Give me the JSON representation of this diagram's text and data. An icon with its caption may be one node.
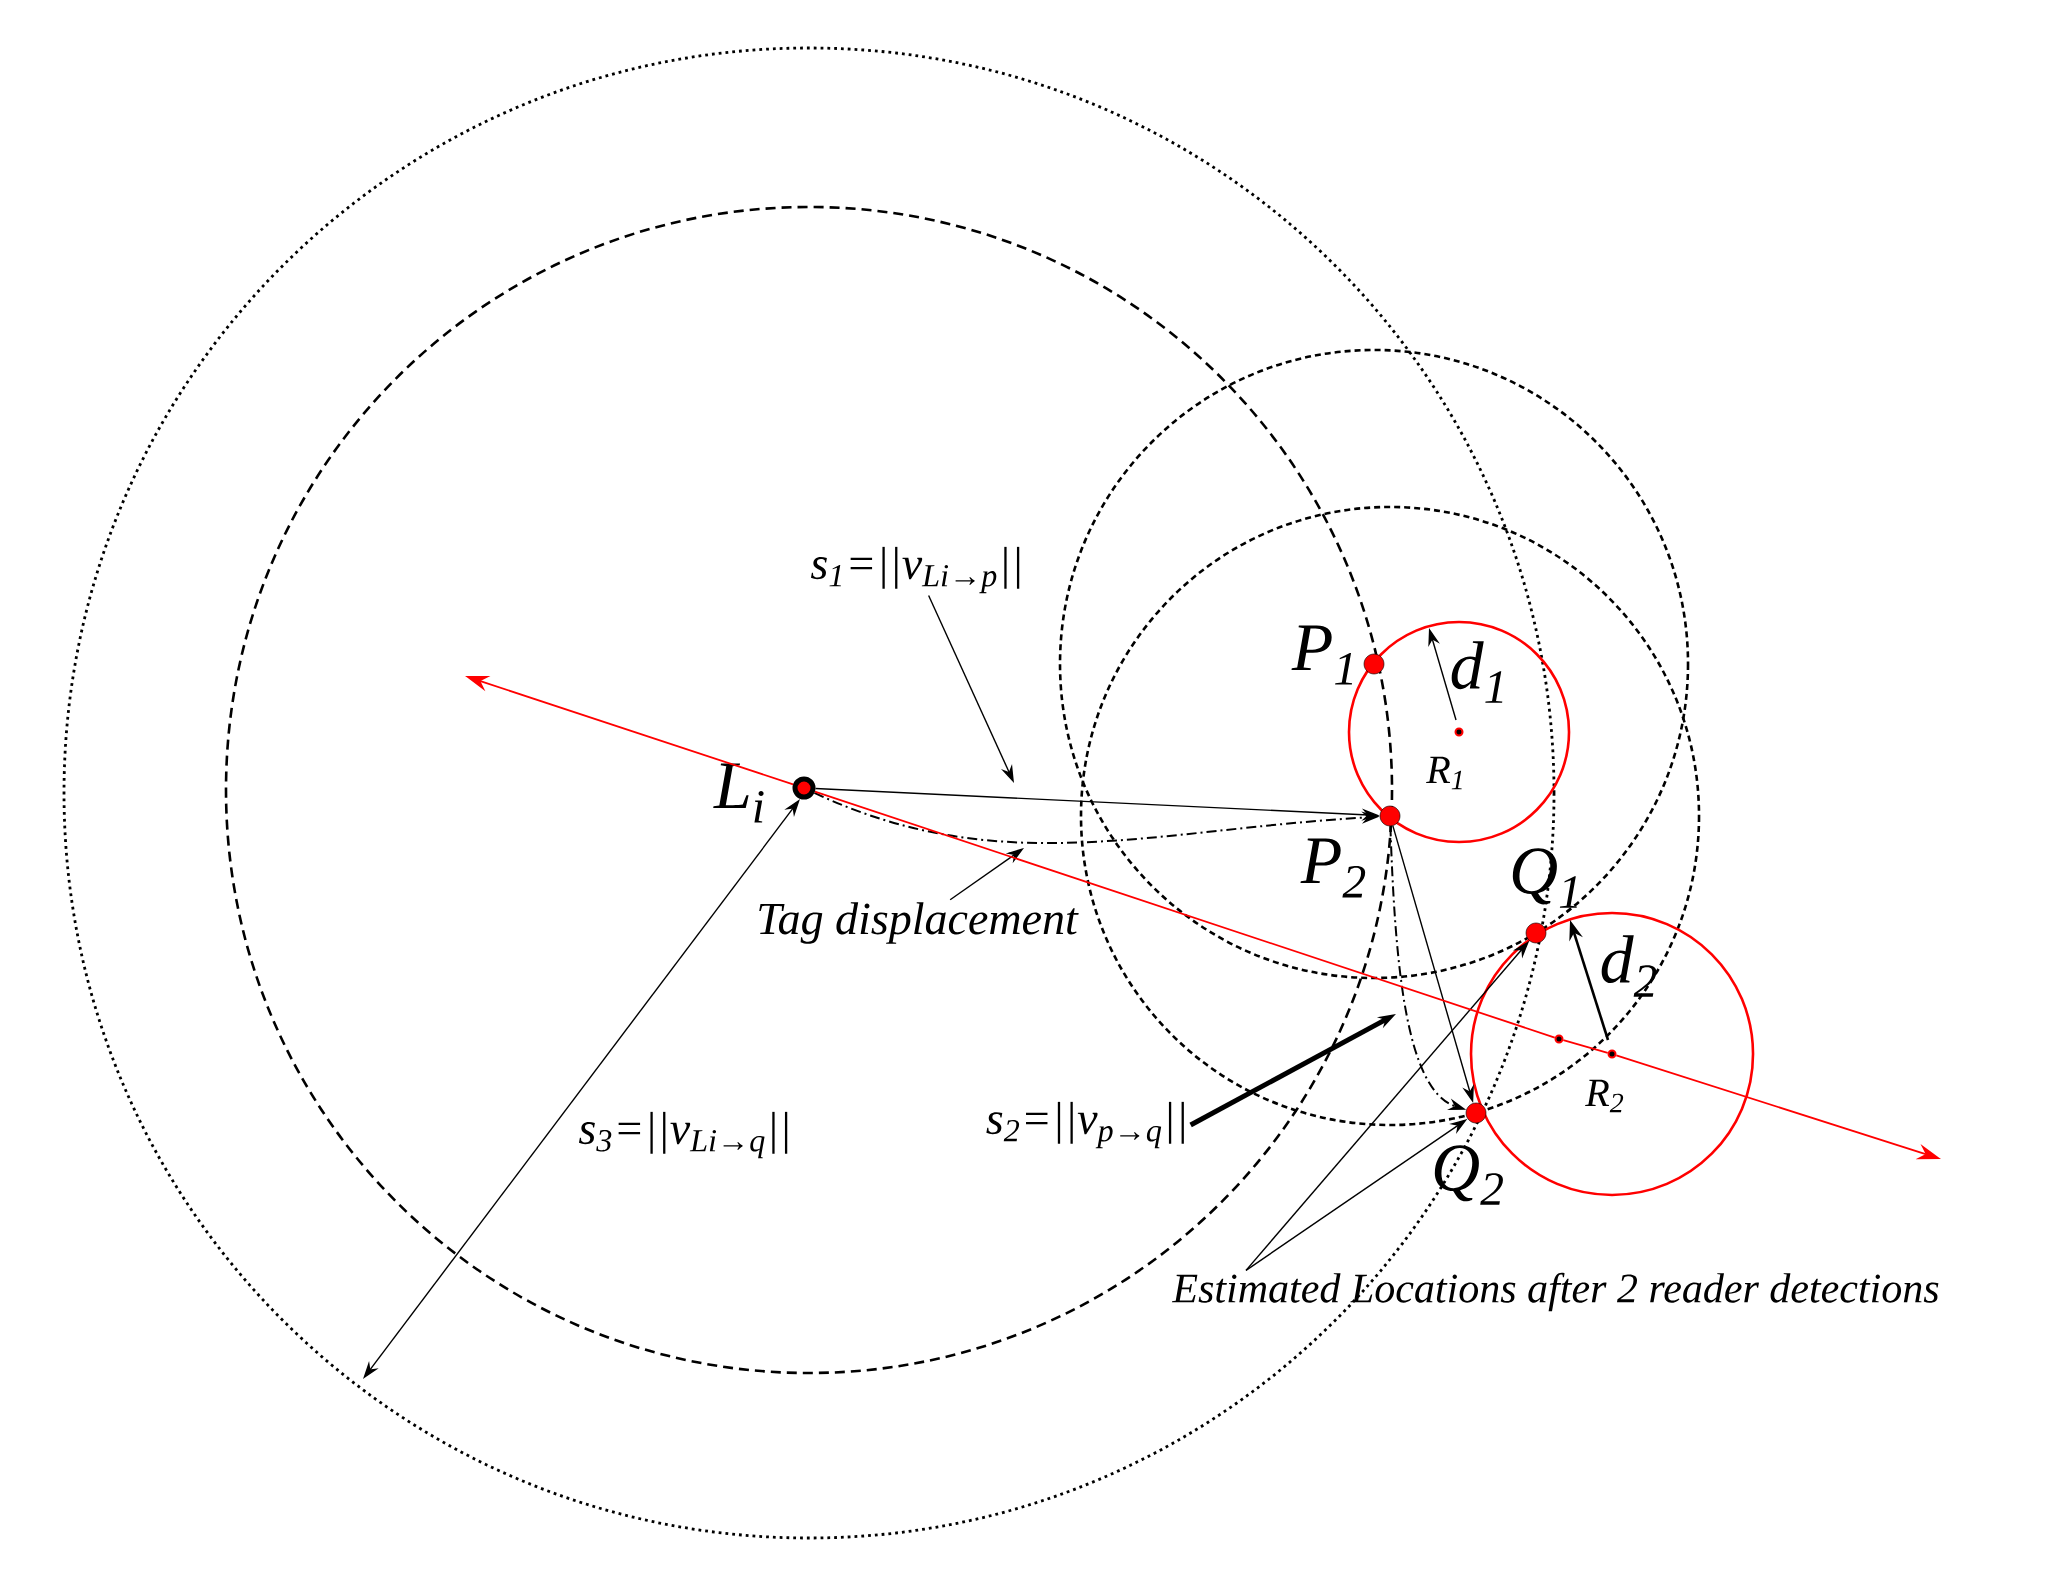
{
  "diagram": {
    "nodes": [
      {
        "text": [],
        "shape": "circle",
        "beside": [
          "L$_{i}$"
        ]
      },
      {
        "text": [],
        "shape": "circle",
        "beside": [
          "P$_{1}$"
        ]
      },
      {
        "text": [],
        "shape": "circle",
        "beside": [
          "P$_{2}$"
        ]
      },
      {
        "text": [],
        "shape": "circle",
        "beside": [
          "Q$_{1}$"
        ]
      },
      {
        "text": [],
        "shape": "circle",
        "beside": [
          "Q$_{2}$"
        ]
      },
      {
        "text": [],
        "shape": "circle",
        "beside": [
          "R$_{1}$"
        ]
      },
      {
        "text": [],
        "shape": "circle"
      },
      {
        "text": [],
        "shape": "circle",
        "beside": [
          "R$_{2}$"
        ]
      },
      {
        "text": [
          "s$_{1}$=||v$_{Li→p}$||"
        ]
      },
      {
        "text": [
          "Tag displacement"
        ]
      },
      {
        "text": [
          "s$_{2}$=||v$_{p→q}$||"
        ]
      },
      {
        "text": [
          "Estimated Locations after 2 reader detections"
        ]
      }
    ],
    "edges": [
      {
        "from": 0,
        "to": 2,
        "arrow": "to"
      },
      {
        "from": 0,
        "to": 2,
        "arrow": "to",
        "style": "dashed"
      },
      {
        "from": 2,
        "to": 4,
        "arrow": "to"
      },
      {
        "from": 2,
        "to": 4,
        "arrow": "to",
        "style": "dashed"
      },
      {
        "from": 8,
        "to": null,
        "arrow": "to"
      },
      {
        "from": 9,
        "to": null,
        "arrow": "to"
      },
      {
        "from": 10,
        "to": null,
        "arrow": "to",
        "style": "thick"
      },
      {
        "from": 11,
        "to": 3,
        "arrow": "to"
      },
      {
        "from": 11,
        "to": 4,
        "arrow": "to"
      },
      {
        "from": 0,
        "to": null,
        "arrow": "to",
        "color": "#ff0000"
      },
      {
        "from": 0,
        "to": 6,
        "arrow": "none",
        "color": "#ff0000"
      },
      {
        "from": 6,
        "to": 7,
        "arrow": "none",
        "color": "#ff0000"
      },
      {
        "from": 7,
        "to": null,
        "arrow": "to",
        "color": "#ff0000"
      }
    ],
    "labels": [
      "d$_{1}$",
      "d$_{2}$",
      "s$_{3}$=||v$_{Li→q}$||"
    ]
  }
}
